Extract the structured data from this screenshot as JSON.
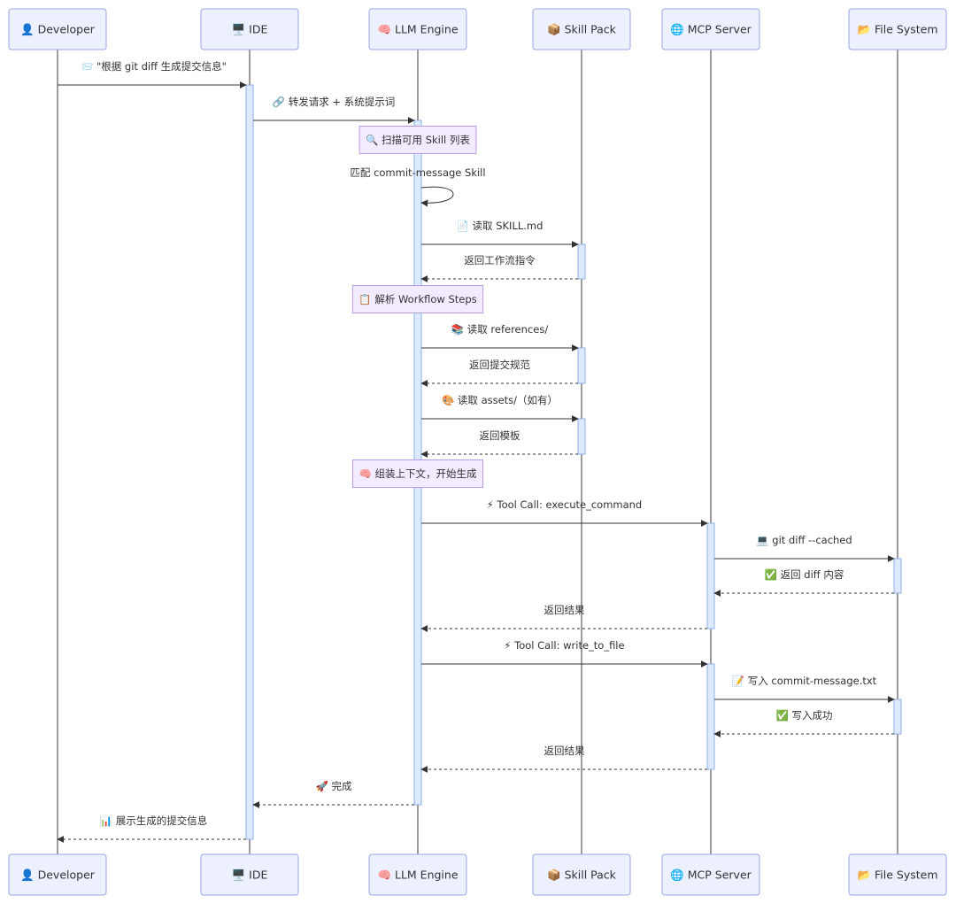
{
  "participants": [
    {
      "id": "dev",
      "label": "👤 Developer"
    },
    {
      "id": "ide",
      "label": "🖥️ IDE"
    },
    {
      "id": "llm",
      "label": "🧠 LLM Engine"
    },
    {
      "id": "skill",
      "label": "📦 Skill Pack"
    },
    {
      "id": "mcp",
      "label": "🌐 MCP Server"
    },
    {
      "id": "fs",
      "label": "📂 File System"
    }
  ],
  "messages": [
    {
      "from": "dev",
      "to": "ide",
      "label": "📨 \"根据 git diff 生成提交信息\"",
      "style": "solid"
    },
    {
      "from": "ide",
      "to": "llm",
      "label": "🔗 转发请求 + 系统提示词",
      "style": "solid"
    },
    {
      "note": "llm",
      "label": "🔍 扫描可用 Skill 列表"
    },
    {
      "from": "llm",
      "to": "llm",
      "label": "匹配 commit-message Skill",
      "style": "self"
    },
    {
      "from": "llm",
      "to": "skill",
      "label": "📄 读取 SKILL.md",
      "style": "solid"
    },
    {
      "from": "skill",
      "to": "llm",
      "label": "返回工作流指令",
      "style": "dashed"
    },
    {
      "note": "llm",
      "label": "📋 解析 Workflow Steps"
    },
    {
      "from": "llm",
      "to": "skill",
      "label": "📚 读取 references/",
      "style": "solid"
    },
    {
      "from": "skill",
      "to": "llm",
      "label": "返回提交规范",
      "style": "dashed"
    },
    {
      "from": "llm",
      "to": "skill",
      "label": "🎨 读取 assets/（如有）",
      "style": "solid"
    },
    {
      "from": "skill",
      "to": "llm",
      "label": "返回模板",
      "style": "dashed"
    },
    {
      "note": "llm",
      "label": "🧠 组装上下文，开始生成"
    },
    {
      "from": "llm",
      "to": "mcp",
      "label": "⚡ Tool Call: execute_command",
      "style": "solid"
    },
    {
      "from": "mcp",
      "to": "fs",
      "label": "💻 git diff --cached",
      "style": "solid"
    },
    {
      "from": "fs",
      "to": "mcp",
      "label": "✅ 返回 diff 内容",
      "style": "dashed"
    },
    {
      "from": "mcp",
      "to": "llm",
      "label": "返回结果",
      "style": "dashed"
    },
    {
      "from": "llm",
      "to": "mcp",
      "label": "⚡ Tool Call: write_to_file",
      "style": "solid"
    },
    {
      "from": "mcp",
      "to": "fs",
      "label": "📝 写入 commit-message.txt",
      "style": "solid"
    },
    {
      "from": "fs",
      "to": "mcp",
      "label": "✅ 写入成功",
      "style": "dashed"
    },
    {
      "from": "mcp",
      "to": "llm",
      "label": "返回结果",
      "style": "dashed"
    },
    {
      "from": "llm",
      "to": "ide",
      "label": "🚀 完成",
      "style": "dashed"
    },
    {
      "from": "ide",
      "to": "dev",
      "label": "📊 展示生成的提交信息",
      "style": "dashed"
    }
  ],
  "colors": {
    "actor_fill": "#ecf0ff",
    "actor_border": "#9aa6e6",
    "activation_fill": "#dde9ff",
    "note_fill": "#f3ebff",
    "note_border": "#b69be6",
    "line": "#333333"
  }
}
